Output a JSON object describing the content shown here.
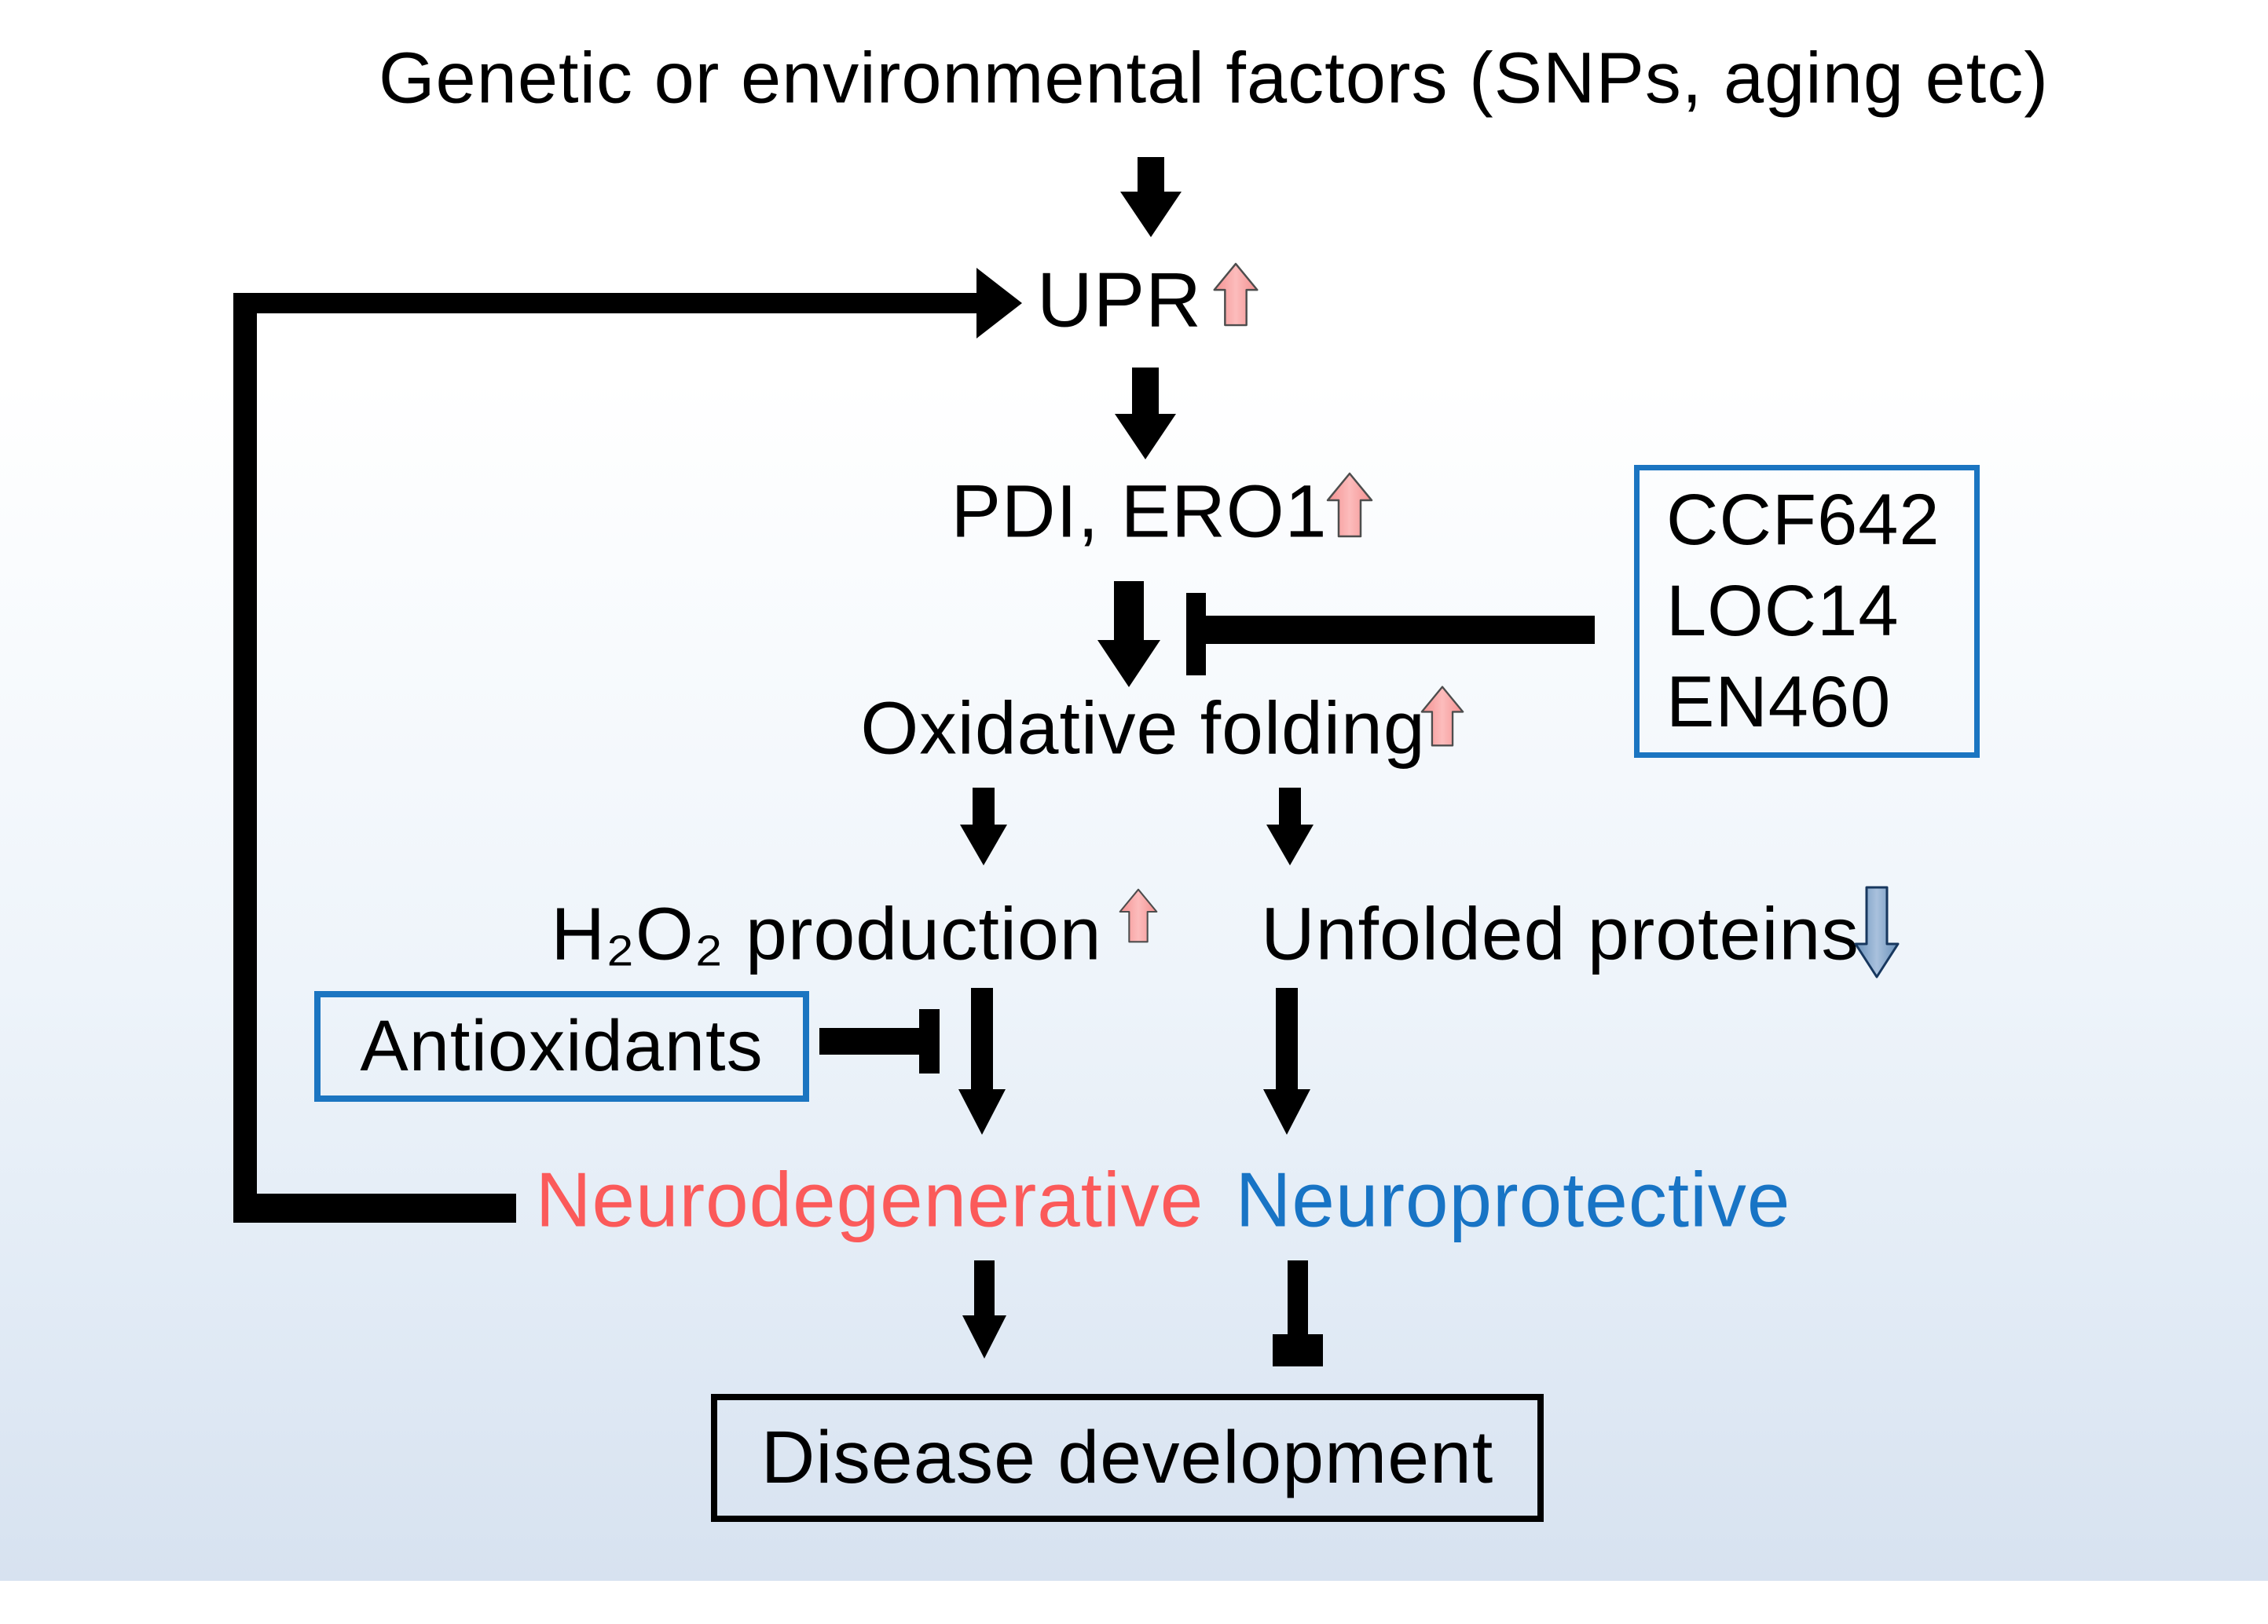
{
  "title": "Genetic or environmental factors (SNPs, aging etc)",
  "pathway": {
    "upr": "UPR",
    "pdi_ero1": "PDI, ERO1",
    "oxidative_folding": "Oxidative folding",
    "h2o2_production": "H₂O₂ production",
    "unfolded_proteins": "Unfolded proteins"
  },
  "inhibitors": {
    "items": [
      "CCF642",
      "LOC14",
      "EN460"
    ]
  },
  "antioxidants": {
    "label": "Antioxidants"
  },
  "outcomes": {
    "neurodegenerative": "Neurodegenerative",
    "neuroprotective": "Neuroprotective",
    "disease": "Disease development"
  },
  "icons": {
    "increase": "up-trend-arrow-icon",
    "decrease": "down-trend-arrow-icon"
  },
  "colors": {
    "increase_arrow_fill": "#F9A4A4",
    "decrease_arrow_fill": "#7FA6CF",
    "neurodegenerative_text": "#FB5A5A",
    "neuroprotective_text": "#1874C5",
    "box_border_blue": "#1B75C1",
    "disease_box_border": "#000000",
    "line_color": "#000000",
    "background_bottom": "#D7E2F0"
  }
}
